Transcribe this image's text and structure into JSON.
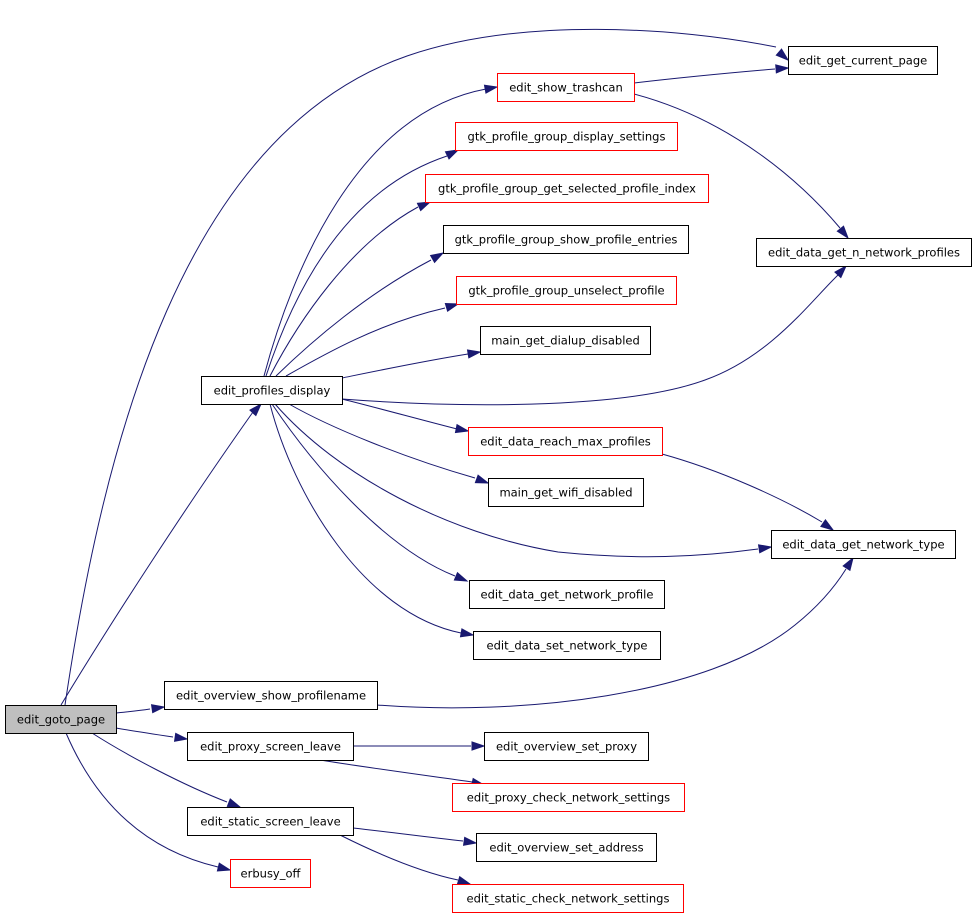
{
  "graph": {
    "edge_color": "#191970",
    "link_color": "#ff0000",
    "root_fill": "#bfbfbf",
    "nodes": [
      {
        "id": "edit_goto_page",
        "label": "edit_goto_page",
        "style": "root"
      },
      {
        "id": "edit_profiles_display",
        "label": "edit_profiles_display",
        "style": "normal"
      },
      {
        "id": "edit_show_trashcan",
        "label": "edit_show_trashcan",
        "style": "red"
      },
      {
        "id": "edit_get_current_page",
        "label": "edit_get_current_page",
        "style": "normal"
      },
      {
        "id": "gtk_profile_group_display_settings",
        "label": "gtk_profile_group_display_settings",
        "style": "red"
      },
      {
        "id": "gtk_profile_group_get_selected_profile_index",
        "label": "gtk_profile_group_get_selected_profile_index",
        "style": "red"
      },
      {
        "id": "gtk_profile_group_show_profile_entries",
        "label": "gtk_profile_group_show_profile_entries",
        "style": "normal"
      },
      {
        "id": "gtk_profile_group_unselect_profile",
        "label": "gtk_profile_group_unselect_profile",
        "style": "red"
      },
      {
        "id": "main_get_dialup_disabled",
        "label": "main_get_dialup_disabled",
        "style": "normal"
      },
      {
        "id": "edit_data_get_n_network_profiles",
        "label": "edit_data_get_n_network_profiles",
        "style": "normal"
      },
      {
        "id": "edit_data_reach_max_profiles",
        "label": "edit_data_reach_max_profiles",
        "style": "red"
      },
      {
        "id": "main_get_wifi_disabled",
        "label": "main_get_wifi_disabled",
        "style": "normal"
      },
      {
        "id": "edit_data_get_network_type",
        "label": "edit_data_get_network_type",
        "style": "normal"
      },
      {
        "id": "edit_data_get_network_profile",
        "label": "edit_data_get_network_profile",
        "style": "normal"
      },
      {
        "id": "edit_data_set_network_type",
        "label": "edit_data_set_network_type",
        "style": "normal"
      },
      {
        "id": "edit_overview_show_profilename",
        "label": "edit_overview_show_profilename",
        "style": "normal"
      },
      {
        "id": "edit_proxy_screen_leave",
        "label": "edit_proxy_screen_leave",
        "style": "normal"
      },
      {
        "id": "edit_overview_set_proxy",
        "label": "edit_overview_set_proxy",
        "style": "normal"
      },
      {
        "id": "edit_proxy_check_network_settings",
        "label": "edit_proxy_check_network_settings",
        "style": "red"
      },
      {
        "id": "edit_static_screen_leave",
        "label": "edit_static_screen_leave",
        "style": "normal"
      },
      {
        "id": "edit_overview_set_address",
        "label": "edit_overview_set_address",
        "style": "normal"
      },
      {
        "id": "erbusy_off",
        "label": "erbusy_off",
        "style": "red"
      },
      {
        "id": "edit_static_check_network_settings",
        "label": "edit_static_check_network_settings",
        "style": "red"
      }
    ],
    "edges": [
      {
        "from": "edit_goto_page",
        "to": "edit_get_current_page"
      },
      {
        "from": "edit_goto_page",
        "to": "edit_profiles_display"
      },
      {
        "from": "edit_goto_page",
        "to": "edit_overview_show_profilename"
      },
      {
        "from": "edit_goto_page",
        "to": "edit_proxy_screen_leave"
      },
      {
        "from": "edit_goto_page",
        "to": "edit_static_screen_leave"
      },
      {
        "from": "edit_goto_page",
        "to": "erbusy_off"
      },
      {
        "from": "edit_profiles_display",
        "to": "edit_show_trashcan"
      },
      {
        "from": "edit_profiles_display",
        "to": "gtk_profile_group_display_settings"
      },
      {
        "from": "edit_profiles_display",
        "to": "gtk_profile_group_get_selected_profile_index"
      },
      {
        "from": "edit_profiles_display",
        "to": "gtk_profile_group_show_profile_entries"
      },
      {
        "from": "edit_profiles_display",
        "to": "gtk_profile_group_unselect_profile"
      },
      {
        "from": "edit_profiles_display",
        "to": "main_get_dialup_disabled"
      },
      {
        "from": "edit_profiles_display",
        "to": "edit_data_get_n_network_profiles"
      },
      {
        "from": "edit_profiles_display",
        "to": "edit_data_reach_max_profiles"
      },
      {
        "from": "edit_profiles_display",
        "to": "main_get_wifi_disabled"
      },
      {
        "from": "edit_profiles_display",
        "to": "edit_data_get_network_type"
      },
      {
        "from": "edit_profiles_display",
        "to": "edit_data_get_network_profile"
      },
      {
        "from": "edit_profiles_display",
        "to": "edit_data_set_network_type"
      },
      {
        "from": "edit_show_trashcan",
        "to": "edit_get_current_page"
      },
      {
        "from": "edit_show_trashcan",
        "to": "edit_data_get_n_network_profiles"
      },
      {
        "from": "edit_data_reach_max_profiles",
        "to": "edit_data_get_network_type"
      },
      {
        "from": "edit_overview_show_profilename",
        "to": "edit_data_get_network_type"
      },
      {
        "from": "edit_proxy_screen_leave",
        "to": "edit_overview_set_proxy"
      },
      {
        "from": "edit_proxy_screen_leave",
        "to": "edit_proxy_check_network_settings"
      },
      {
        "from": "edit_static_screen_leave",
        "to": "edit_overview_set_address"
      },
      {
        "from": "edit_static_screen_leave",
        "to": "edit_static_check_network_settings"
      }
    ]
  }
}
